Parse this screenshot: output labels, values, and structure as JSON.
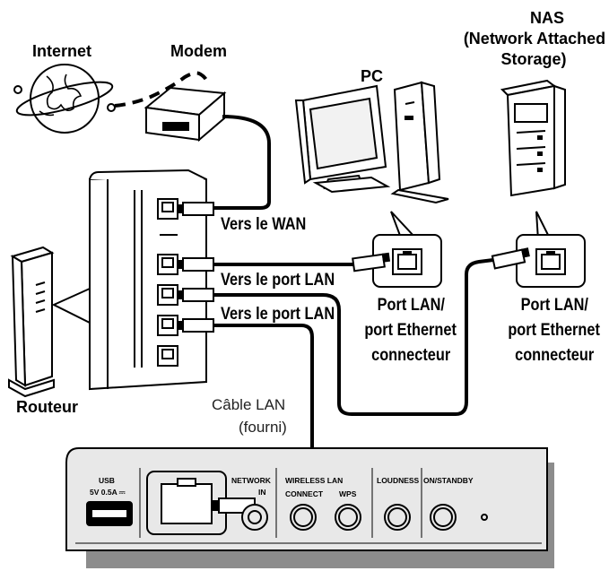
{
  "labels": {
    "internet": "Internet",
    "modem": "Modem",
    "pc": "PC",
    "nas_line1": "NAS",
    "nas_line2": "(Network Attached",
    "nas_line3": "Storage)",
    "router": "Routeur",
    "vers_wan": "Vers le WAN",
    "vers_lan_1": "Vers le port LAN",
    "vers_lan_2": "Vers le port LAN",
    "pc_port_line1": "Port LAN/",
    "pc_port_line2": "port Ethernet",
    "pc_port_line3": "connecteur",
    "nas_port_line1": "Port LAN/",
    "nas_port_line2": "port Ethernet",
    "nas_port_line3": "connecteur",
    "cable_line1": "Câble LAN",
    "cable_line2": "(fourni)"
  },
  "panel": {
    "usb": "USB",
    "usb_rating": "5V 0.5A ⎓",
    "network": "NETWORK",
    "network_sub": "IN",
    "wireless_lan": "WIRELESS LAN",
    "connect": "CONNECT",
    "wps": "WPS",
    "loudness": "LOUDNESS",
    "on_standby": "ON/STANDBY"
  },
  "colors": {
    "line": "#000000",
    "panel_fill": "#e8e8e8",
    "panel_shadow": "#8c8c8c"
  }
}
